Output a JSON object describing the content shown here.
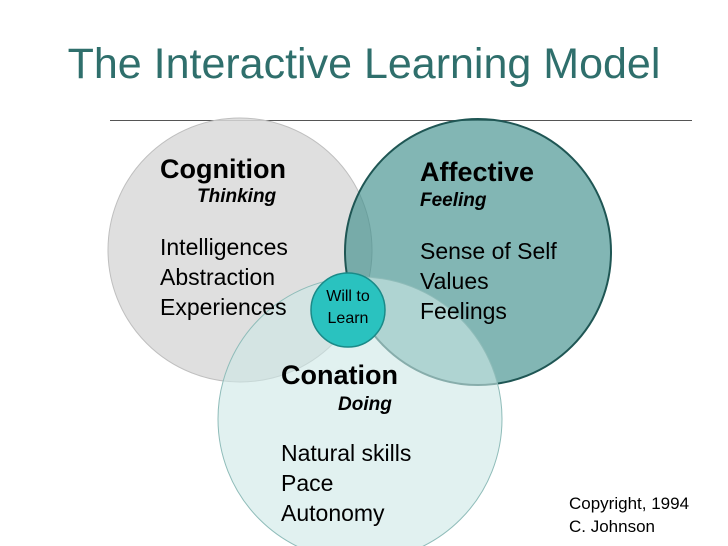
{
  "title": "The Interactive Learning Model",
  "colors": {
    "title": "#2f6f6c",
    "cognition_fill": "#d9d9d9",
    "affective_fill": "#3f8f8c",
    "conation_fill": "#cde8e6",
    "center_fill": "#2ac2bf"
  },
  "cognition": {
    "heading": "Cognition",
    "sub": "Thinking",
    "items": [
      "Intelligences",
      "Abstraction",
      "Experiences"
    ]
  },
  "affective": {
    "heading": "Affective",
    "sub": "Feeling",
    "items": [
      "Sense of Self",
      "Values",
      "Feelings"
    ]
  },
  "conation": {
    "heading": "Conation",
    "sub": "Doing",
    "items": [
      "Natural skills",
      "Pace",
      "Autonomy"
    ]
  },
  "center": {
    "line1": "Will to",
    "line2": "Learn"
  },
  "copyright": {
    "line1": "Copyright, 1994",
    "line2": "C. Johnson"
  }
}
